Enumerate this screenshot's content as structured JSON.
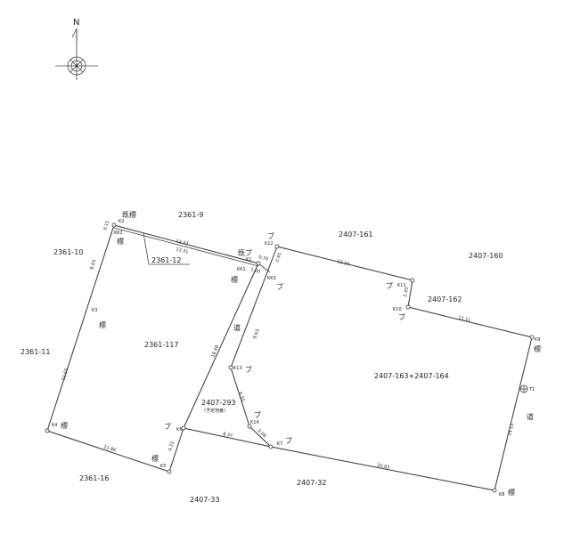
{
  "north_label": "N",
  "parcels": {
    "p2361_9": "2361-9",
    "p2361_10": "2361-10",
    "p2361_11": "2361-11",
    "p2361_12": "2361-12",
    "p2361_16": "2361-16",
    "p2361_117": "2361-117",
    "p2407_161": "2407-161",
    "p2407_160": "2407-160",
    "p2407_162": "2407-162",
    "p2407_163_164": "2407-163+2407-164",
    "p2407_293": "2407-293",
    "p2407_293_note": "（予定地番）",
    "p2407_32": "2407-32",
    "p2407_33": "2407-33"
  },
  "points": {
    "K1": "K1",
    "K2": "K2",
    "K3": "K3",
    "K4": "K4",
    "K5": "K5",
    "K6": "K6",
    "K7": "K7",
    "K8": "K8",
    "K9": "K9",
    "K10": "K10",
    "K11": "K11",
    "K12": "K12",
    "K13": "K13",
    "K14": "K14",
    "KK1": "KK1",
    "KK2": "KK2",
    "KK3": "KK3",
    "T1": "T1"
  },
  "dimensions": {
    "d_k2_k3": "6.03",
    "d_k3_k4": "11.65",
    "d_k4_k5": "11.86",
    "d_k5_k6": "4.21",
    "d_k6_k7": "8.37",
    "d_k7_k8": "20.93",
    "d_k8_k9": "14.13",
    "d_k9_k10": "11.11",
    "d_k10_k11": "2.43",
    "d_k11_k12": "13.34",
    "d_k12_k1": "2.45",
    "d_top_a": "13.33",
    "d_top_b": "13.31",
    "d_k2_small": "0.15",
    "d_k1_small_a": "0.70",
    "d_k1_small_b": "1.00",
    "d_k6_road": "18.48",
    "d_k13_road": "9.63",
    "d_k14_k13": "6.55",
    "d_k14_k7": "2.06"
  },
  "marks": {
    "kisetsu_kui": "既標",
    "kui": "標",
    "kisetsu_bu": "既ブ",
    "bu": "ブ",
    "road": "道"
  }
}
